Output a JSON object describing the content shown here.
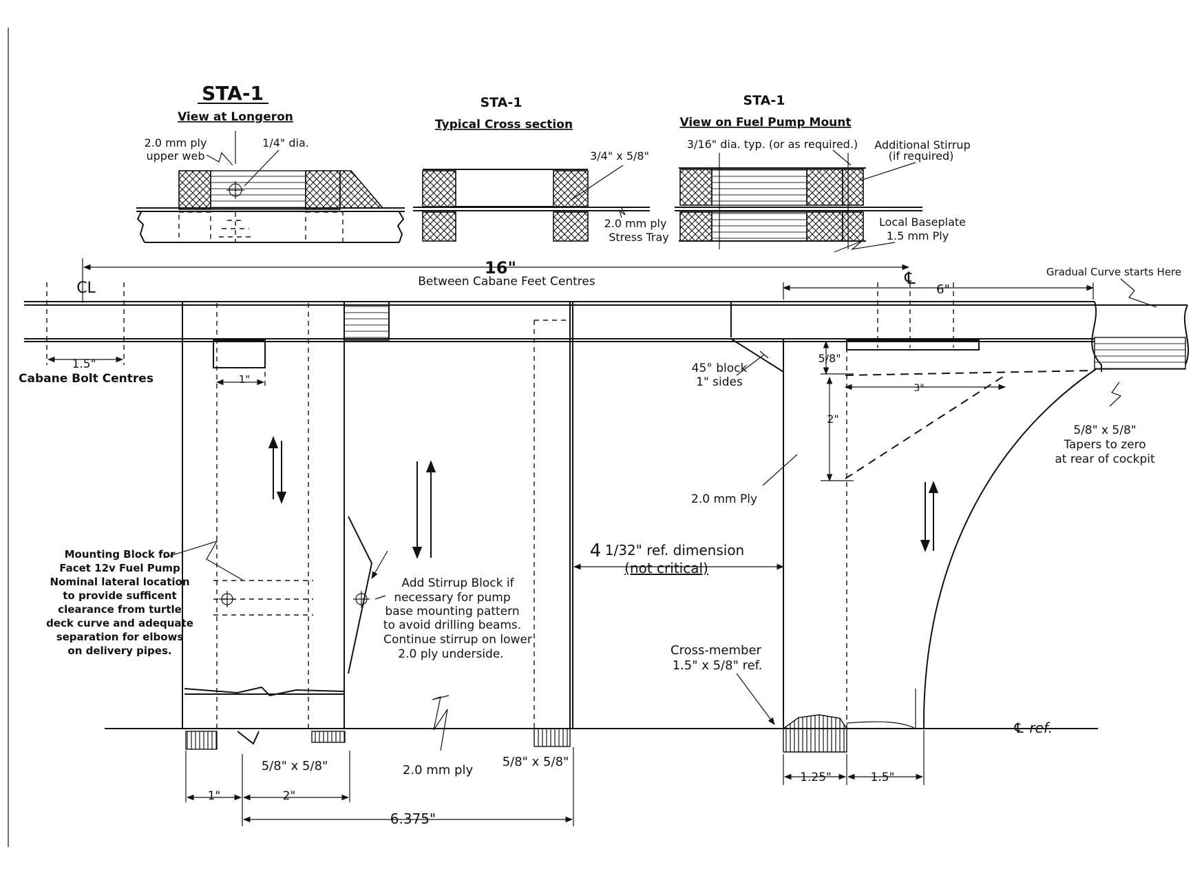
{
  "views": {
    "longeron": {
      "title": "STA-1",
      "subtitle": "View at Longeron",
      "label_ply": [
        "2.0 mm ply",
        "upper web"
      ],
      "label_dia": "1/4\" dia."
    },
    "cross": {
      "title": "STA-1",
      "subtitle": "Typical Cross section",
      "label_size": "3/4\" x 5/8\"",
      "label_tray": [
        "2.0 mm ply",
        "Stress Tray"
      ]
    },
    "pump": {
      "title": "STA-1",
      "subtitle": "View on Fuel Pump Mount",
      "label_dia": "3/16\" dia. typ. (or as required.)",
      "label_stirrup": [
        "Additional Stirrup",
        "(if required)"
      ],
      "label_base": [
        "Local Baseplate",
        "1.5 mm Ply"
      ]
    }
  },
  "plan": {
    "dim_16": "16\"",
    "dim_16_desc": "Between Cabane Feet Centres",
    "cl_left": "CL",
    "cl_right": "℄",
    "dim_1_5_bolt": "1.5\"",
    "cabane_bolt": "Cabane Bolt Centres",
    "dim_1_in": "1\"",
    "dim_6": "6\"",
    "gradual_curve": "Gradual Curve starts Here",
    "block_45": [
      "45° block",
      "1\" sides"
    ],
    "dim_5_8": "5/8\"",
    "dim_3": "3\"",
    "dim_2": "2\"",
    "ply_2mm": "2.0 mm Ply",
    "taper": [
      "5/8\" x 5/8\"",
      "Tapers to zero",
      "at rear of cockpit"
    ],
    "ref_dim_big": "4",
    "ref_dim_rest": "1/32\" ref. dimension",
    "not_critical": "(not critical)",
    "mounting_block": [
      "Mounting Block for",
      "Facet 12v Fuel Pump",
      "Nominal lateral location",
      "to provide sufficent",
      "clearance from turtle",
      "deck curve and adequate",
      "separation for elbows",
      "on delivery pipes."
    ],
    "stirrup_note": [
      "Add Stirrup Block if",
      "necessary for pump",
      "base mounting pattern",
      "to avoid drilling beams.",
      "Continue stirrup on lower",
      "2.0 ply underside."
    ],
    "cross_member": [
      "Cross-member",
      "1.5\" x 5/8\" ref."
    ],
    "size_a": "5/8\" x 5/8\"",
    "ply_bottom": "2.0 mm ply",
    "size_b": "5/8\" x 5/8\"",
    "dim_1_b": "1\"",
    "dim_2_b": "2\"",
    "dim_6375": "6.375\"",
    "dim_1_25": "1.25\"",
    "dim_1_5_b": "1.5\"",
    "cl_ref": "℄ ref."
  }
}
